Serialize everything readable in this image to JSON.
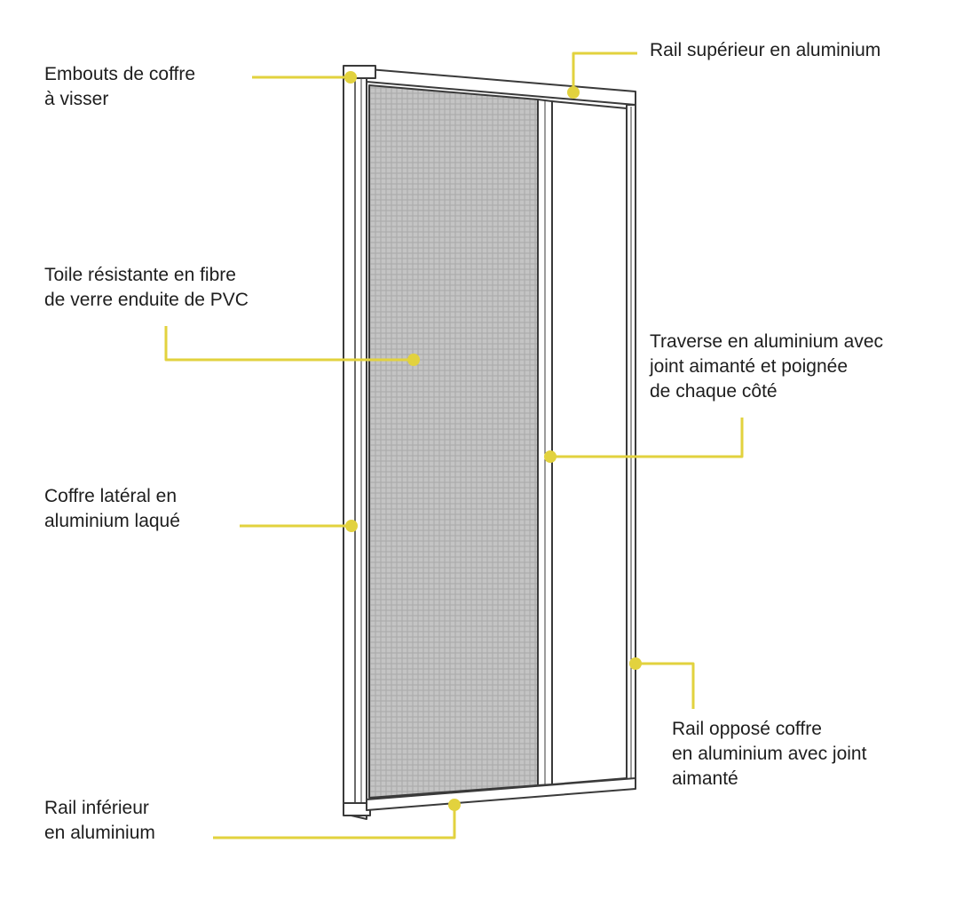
{
  "accent_color": "#E2D23E",
  "line_color": "#3a3a3a",
  "mesh_color": "#b9b9b9",
  "callouts": {
    "embouts": {
      "lines": [
        "Embouts de coffre",
        "à visser"
      ]
    },
    "rail_sup": {
      "lines": [
        "Rail supérieur en aluminium"
      ]
    },
    "toile": {
      "lines": [
        "Toile résistante en fibre",
        "de verre enduite de PVC"
      ]
    },
    "traverse": {
      "lines": [
        "Traverse en aluminium avec",
        "joint aimanté et poignée",
        "de chaque côté"
      ]
    },
    "coffre": {
      "lines": [
        "Coffre latéral en",
        "aluminium laqué"
      ]
    },
    "rail_opp": {
      "lines": [
        "Rail opposé coffre",
        "en aluminium avec joint",
        "aimanté"
      ]
    },
    "rail_inf": {
      "lines": [
        "Rail inférieur",
        "en aluminium"
      ]
    }
  }
}
